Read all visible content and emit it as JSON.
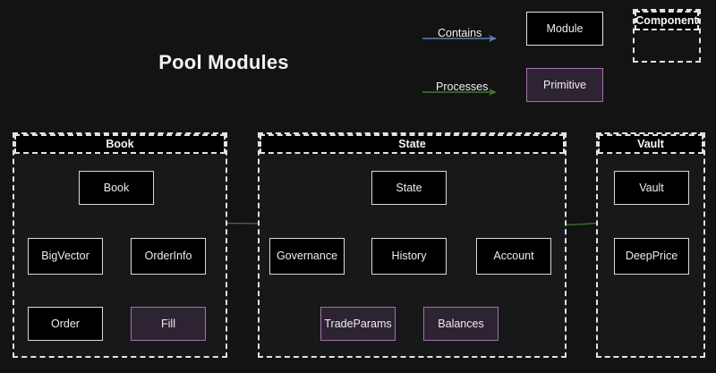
{
  "title": "Pool Modules",
  "colors": {
    "background": "#131313",
    "container_fill": "#17181a",
    "module_fill": "#000000",
    "module_stroke": "#d9d9d9",
    "primitive_fill": "#2e2333",
    "primitive_stroke": "#a272a8",
    "contains_arrow": "#5b80b5",
    "processes_arrow": "#3f7a2e",
    "text": "#eeeeee"
  },
  "legend": {
    "contains_label": "Contains",
    "processes_label": "Processes",
    "module_label": "Module",
    "primitive_label": "Primitive",
    "component_label": "Component"
  },
  "containers": [
    {
      "id": "book",
      "label": "Book"
    },
    {
      "id": "state",
      "label": "State"
    },
    {
      "id": "vault",
      "label": "Vault"
    }
  ],
  "nodes": {
    "book": {
      "label": "Book",
      "type": "module"
    },
    "bigvector": {
      "label": "BigVector",
      "type": "module"
    },
    "orderinfo": {
      "label": "OrderInfo",
      "type": "module"
    },
    "order": {
      "label": "Order",
      "type": "module"
    },
    "fill": {
      "label": "Fill",
      "type": "primitive"
    },
    "state": {
      "label": "State",
      "type": "module"
    },
    "governance": {
      "label": "Governance",
      "type": "module"
    },
    "history": {
      "label": "History",
      "type": "module"
    },
    "account": {
      "label": "Account",
      "type": "module"
    },
    "tradeparams": {
      "label": "TradeParams",
      "type": "primitive"
    },
    "balances": {
      "label": "Balances",
      "type": "primitive"
    },
    "vault": {
      "label": "Vault",
      "type": "module"
    },
    "deepprice": {
      "label": "DeepPrice",
      "type": "module"
    }
  },
  "edges": [
    {
      "from": "book",
      "to": "bigvector",
      "relation": "Contains"
    },
    {
      "from": "book",
      "to": "orderinfo",
      "relation": "Processes"
    },
    {
      "from": "bigvector",
      "to": "order",
      "relation": "Contains"
    },
    {
      "from": "orderinfo",
      "to": "fill",
      "relation": "Contains"
    },
    {
      "from": "state",
      "to": "governance",
      "relation": "Contains"
    },
    {
      "from": "state",
      "to": "history",
      "relation": "Contains"
    },
    {
      "from": "state",
      "to": "account",
      "relation": "Contains"
    },
    {
      "from": "state",
      "to": "orderinfo",
      "relation": "Processes"
    },
    {
      "from": "governance",
      "to": "tradeparams",
      "relation": "Contains"
    },
    {
      "from": "history",
      "to": "tradeparams",
      "relation": "Contains"
    },
    {
      "from": "history",
      "to": "balances",
      "relation": "Contains"
    },
    {
      "from": "account",
      "to": "balances",
      "relation": "Contains"
    },
    {
      "from": "vault",
      "to": "deepprice",
      "relation": "Contains"
    },
    {
      "from": "vault",
      "to": "account",
      "relation": "Processes"
    }
  ]
}
